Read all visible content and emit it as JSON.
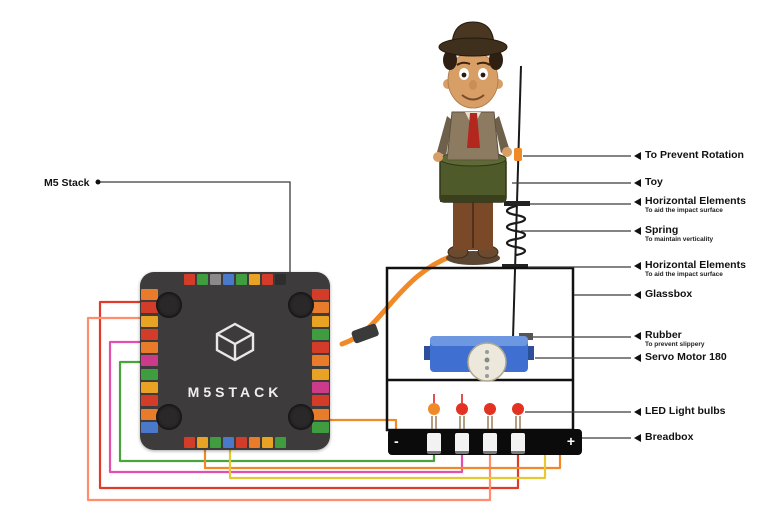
{
  "left_label": {
    "title": "M5 Stack"
  },
  "device": {
    "title": "M5STACK"
  },
  "callouts": [
    {
      "title": "To Prevent Rotation",
      "sub": ""
    },
    {
      "title": "Toy",
      "sub": ""
    },
    {
      "title": "Horizontal Elements",
      "sub": "To aid the impact surface"
    },
    {
      "title": "Spring",
      "sub": "To maintain verticality"
    },
    {
      "title": "Horizontal Elements",
      "sub": "To aid the impact surface"
    },
    {
      "title": "Glassbox",
      "sub": ""
    },
    {
      "title": "Rubber",
      "sub": "To prevent slippery"
    },
    {
      "title": "Servo Motor 180",
      "sub": ""
    },
    {
      "title": "LED Light bulbs",
      "sub": ""
    },
    {
      "title": "Breadbox",
      "sub": ""
    }
  ],
  "breadbox": {
    "left_mark": "-",
    "right_mark": "+"
  },
  "colors": {
    "wire_red": "#e03a2a",
    "wire_salmon": "#ff8d6e",
    "wire_magenta": "#e24fae",
    "wire_green": "#4aa43c",
    "wire_orange": "#f08a28",
    "wire_yellow": "#e6c832",
    "servo_blue": "#3f6fd1",
    "led_red": "#e33122",
    "leader_line": "#3a3a3a"
  }
}
